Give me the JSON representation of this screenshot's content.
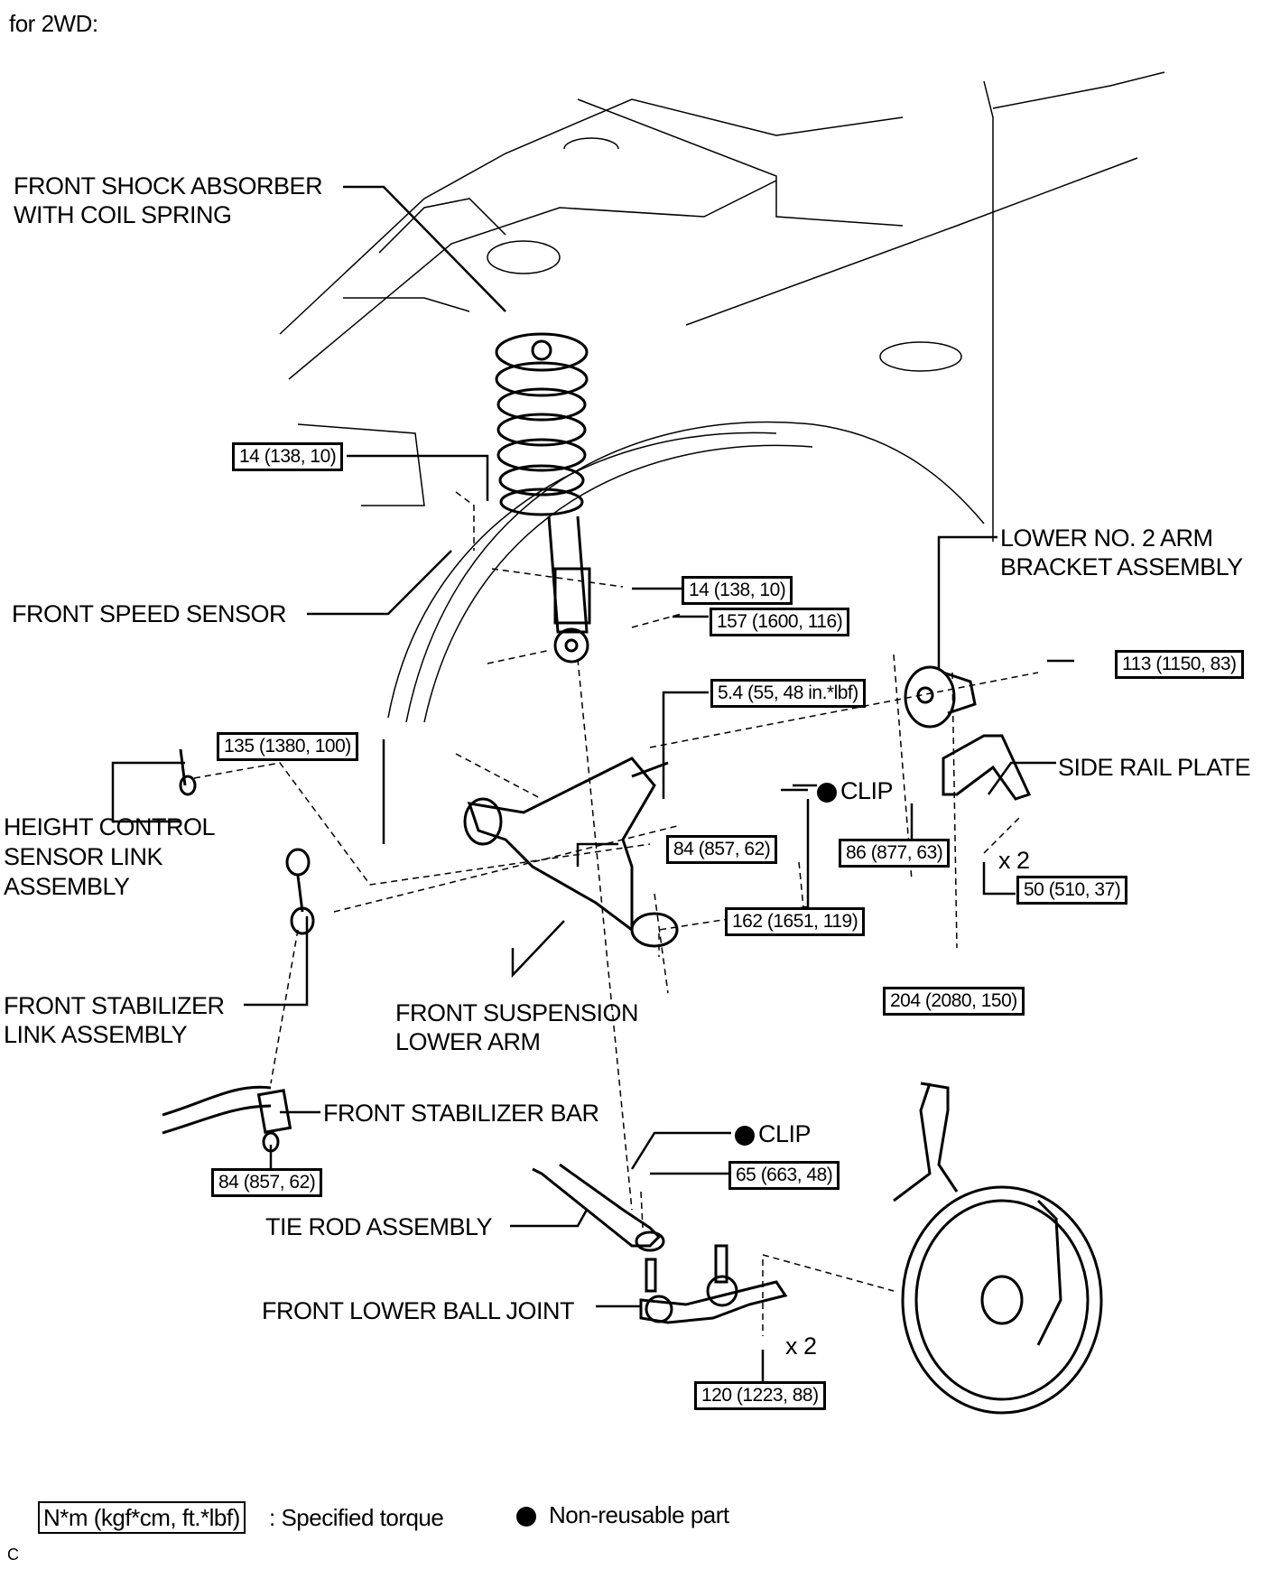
{
  "header": {
    "title": "for 2WD:"
  },
  "labels": {
    "shock_absorber": [
      "FRONT SHOCK ABSORBER",
      "WITH COIL SPRING"
    ],
    "speed_sensor": "FRONT SPEED SENSOR",
    "lower_no2_arm_bracket": [
      "LOWER NO. 2 ARM",
      "BRACKET ASSEMBLY"
    ],
    "side_rail_plate": "SIDE RAIL PLATE",
    "height_control_link": [
      "HEIGHT CONTROL",
      "SENSOR LINK",
      "ASSEMBLY"
    ],
    "stabilizer_link": [
      "FRONT STABILIZER",
      "LINK ASSEMBLY"
    ],
    "lower_arm": [
      "FRONT SUSPENSION",
      "LOWER ARM"
    ],
    "stabilizer_bar": "FRONT STABILIZER BAR",
    "tie_rod": "TIE ROD ASSEMBLY",
    "lower_ball_joint": "FRONT LOWER BALL JOINT",
    "clip_upper": "CLIP",
    "clip_lower": "CLIP",
    "qty_side_rail_bolt": "x 2",
    "qty_ball_joint_bolt": "x 2"
  },
  "torques": {
    "speed_sensor_bolt": "14 (138, 10)",
    "shock_bracket_bolt": "14 (138, 10)",
    "shock_lower_bolt": "157 (1600, 116)",
    "bracket_nut": "113 (1150, 83)",
    "height_sensor_nut": "5.4 (55, 48 in.*lbf)",
    "lower_arm_front_bolt": "135 (1380, 100)",
    "stabilizer_link_nut": "84 (857, 62)",
    "ball_joint_castle_nut": "162 (1651, 119)",
    "bracket_vertical_bolt": "86 (877, 63)",
    "side_rail_bolt": "50 (510, 37)",
    "bracket_long_bolt": "204 (2080, 150)",
    "stabilizer_bar_nut": "84 (857, 62)",
    "tie_rod_nut": "65 (663, 48)",
    "ball_joint_bolt": "120 (1223, 88)"
  },
  "legend": {
    "torque_unit": "N*m (kgf*cm, ft.*lbf)",
    "torque_desc": ": Specified torque",
    "nonreusable_desc": "Non-reusable part"
  },
  "footer_code": "C"
}
